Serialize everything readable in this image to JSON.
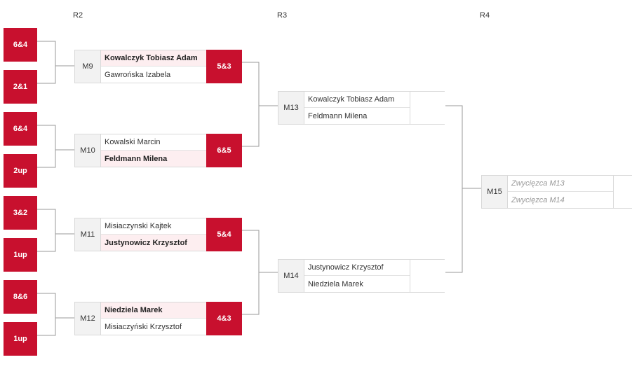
{
  "rounds": [
    "R2",
    "R3",
    "R4"
  ],
  "prev_scores": [
    "6&4",
    "2&1",
    "6&4",
    "2up",
    "3&2",
    "1up",
    "8&6",
    "1up"
  ],
  "matches": {
    "m9": {
      "id": "M9",
      "p1": "Kowalczyk Tobiasz Adam",
      "p2": "Gawrońska Izabela",
      "score": "5&3",
      "winner": 1
    },
    "m10": {
      "id": "M10",
      "p1": "Kowalski Marcin",
      "p2": "Feldmann Milena",
      "score": "6&5",
      "winner": 2
    },
    "m11": {
      "id": "M11",
      "p1": "Misiaczynski Kajtek",
      "p2": "Justynowicz Krzysztof",
      "score": "5&4",
      "winner": 2
    },
    "m12": {
      "id": "M12",
      "p1": "Niedziela Marek",
      "p2": "Misiaczyński Krzysztof",
      "score": "4&3",
      "winner": 1
    },
    "m13": {
      "id": "M13",
      "p1": "Kowalczyk Tobiasz Adam",
      "p2": "Feldmann Milena",
      "score": ""
    },
    "m14": {
      "id": "M14",
      "p1": "Justynowicz Krzysztof",
      "p2": "Niedziela Marek",
      "score": ""
    },
    "m15": {
      "id": "M15",
      "p1": "Zwycięzca M13",
      "p2": "Zwycięzca M14",
      "score": ""
    }
  },
  "colors": {
    "accent": "#c8102e",
    "winner_bg": "#fdeef0",
    "line": "#999999"
  }
}
